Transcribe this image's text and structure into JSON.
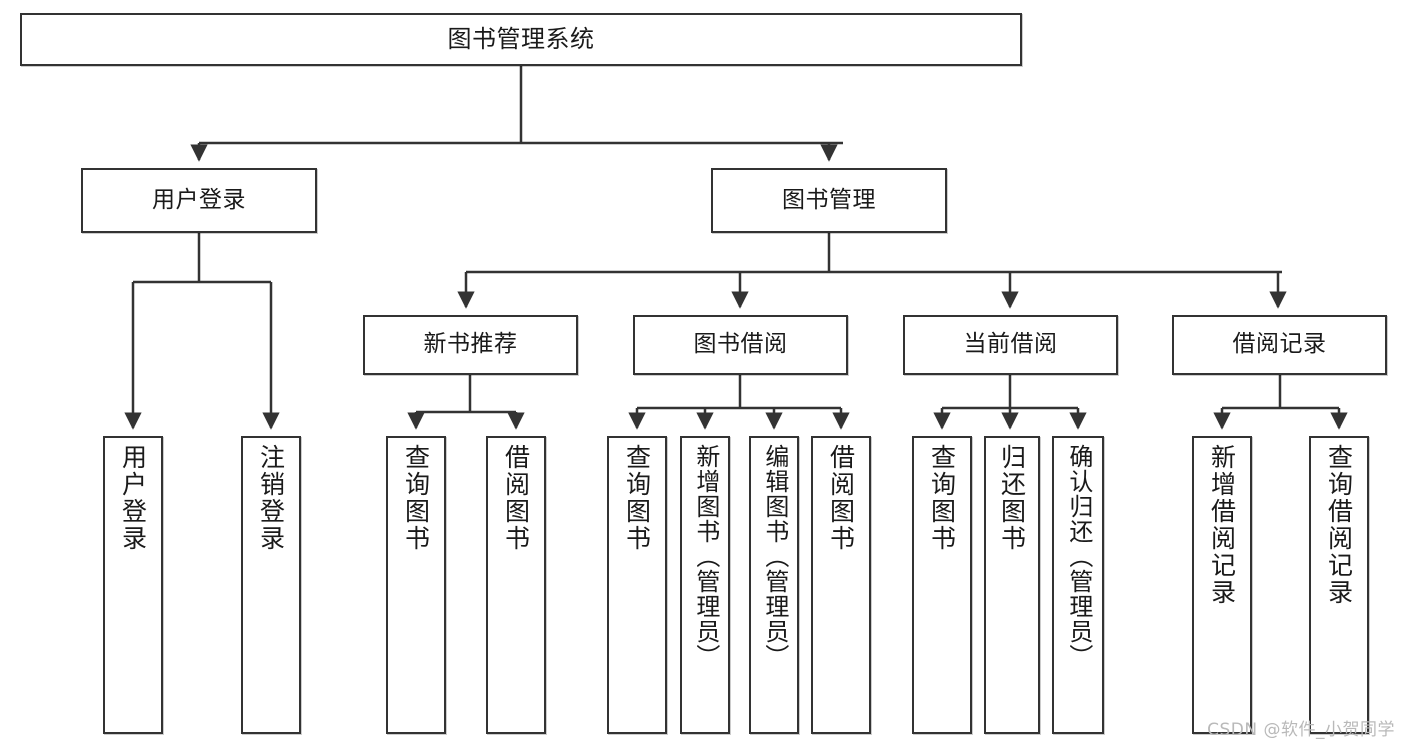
{
  "diagram": {
    "title": "图书管理系统",
    "type": "tree-hierarchy-chart",
    "colors": {
      "stroke": "#333333",
      "fill": "#ffffff",
      "text": "#1a1a1a",
      "watermark": "#b9b9b9"
    },
    "watermark": "CSDN @软件_小贺同学"
  },
  "nodes": {
    "root": {
      "label": "图书管理系统"
    },
    "level2": [
      {
        "label": "用户登录"
      },
      {
        "label": "图书管理"
      }
    ],
    "level3": [
      {
        "label": "新书推荐"
      },
      {
        "label": "图书借阅"
      },
      {
        "label": "当前借阅"
      },
      {
        "label": "借阅记录"
      }
    ],
    "leaves_user_login": [
      {
        "label": "用户登录"
      },
      {
        "label": "注销登录"
      }
    ],
    "leaves_new_book": [
      {
        "label": "查询图书"
      },
      {
        "label": "借阅图书"
      }
    ],
    "leaves_book_borrow": [
      {
        "label": "查询图书"
      },
      {
        "label": "新增图书（管理员）"
      },
      {
        "label": "编辑图书（管理员）"
      },
      {
        "label": "借阅图书"
      }
    ],
    "leaves_current_borrow": [
      {
        "label": "查询图书"
      },
      {
        "label": "归还图书"
      },
      {
        "label": "确认归还（管理员）"
      }
    ],
    "leaves_borrow_record": [
      {
        "label": "新增借阅记录"
      },
      {
        "label": "查询借阅记录"
      }
    ]
  }
}
